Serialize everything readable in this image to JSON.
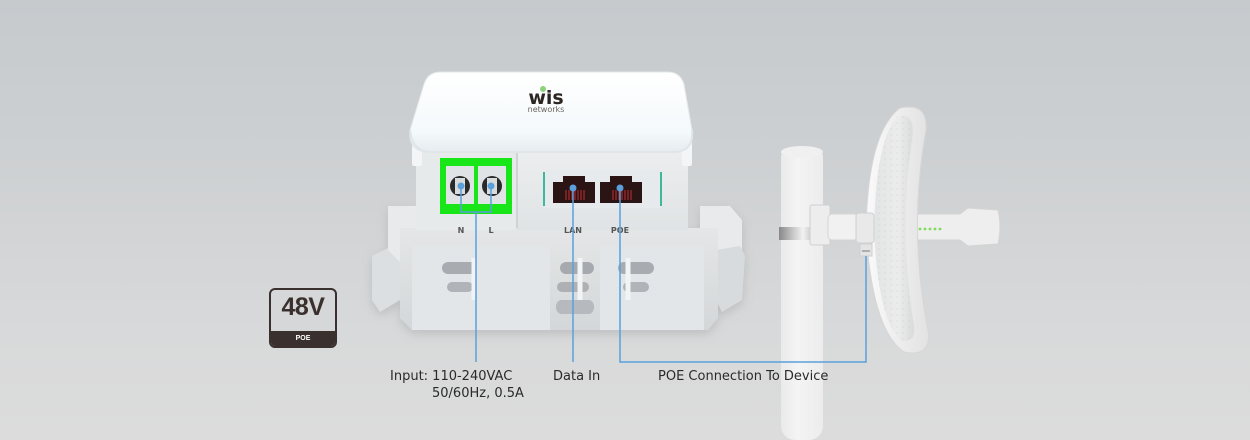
{
  "brand": {
    "logo_main": "wis",
    "logo_sub": "networks"
  },
  "device": {
    "terminal_labels": [
      "N",
      "L"
    ],
    "port_labels": [
      "LAN",
      "POE"
    ],
    "terminal_color": "#19e619",
    "port_accent": "#3db89a",
    "connector_line_color": "#5b9fdb"
  },
  "badge": {
    "voltage": "48V",
    "type": "POE"
  },
  "callouts": {
    "input_line1": "Input: 110-240VAC",
    "input_line2": "50/60Hz, 0.5A",
    "data_in": "Data In",
    "poe_connection": "POE Connection To Device"
  },
  "antenna": {
    "led_count": 6,
    "led_color": "#7fdc5a"
  }
}
